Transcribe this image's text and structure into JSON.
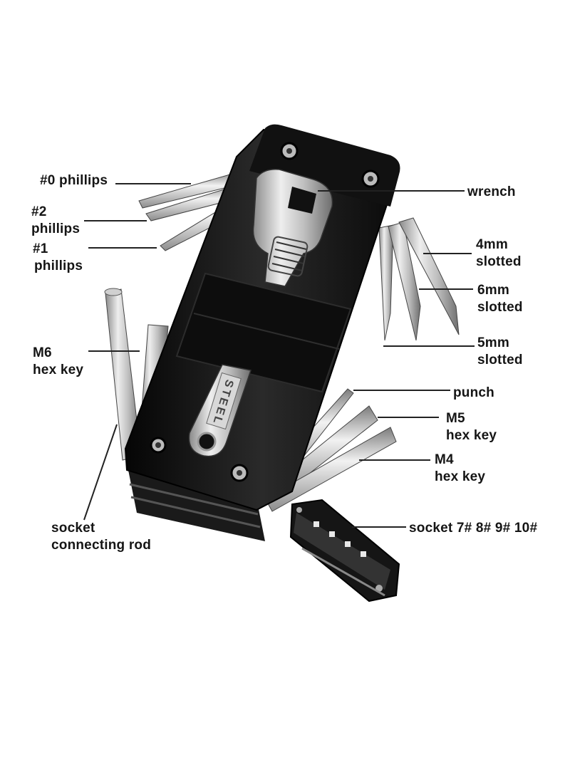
{
  "labels": {
    "phillips0": [
      "#0 phillips"
    ],
    "phillips2": [
      "#2",
      "phillips"
    ],
    "phillips1": [
      "#1",
      "phillips"
    ],
    "m6": [
      "M6",
      "hex key"
    ],
    "socket_rod": [
      "socket",
      "connecting rod"
    ],
    "wrench": [
      "wrench"
    ],
    "slotted4": [
      "4mm",
      "slotted"
    ],
    "slotted6": [
      "6mm",
      "slotted"
    ],
    "slotted5": [
      "5mm",
      "slotted"
    ],
    "punch": [
      "punch"
    ],
    "m5": [
      "M5",
      "hex key"
    ],
    "m4": [
      "M4",
      "hex key"
    ],
    "socket_set": [
      "socket 7# 8# 9# 10#"
    ]
  },
  "tool_engraving": "STEEL",
  "colors": {
    "body": "#151515",
    "steel": "#c9c9c9",
    "text": "#151515",
    "leader": "#222222"
  }
}
